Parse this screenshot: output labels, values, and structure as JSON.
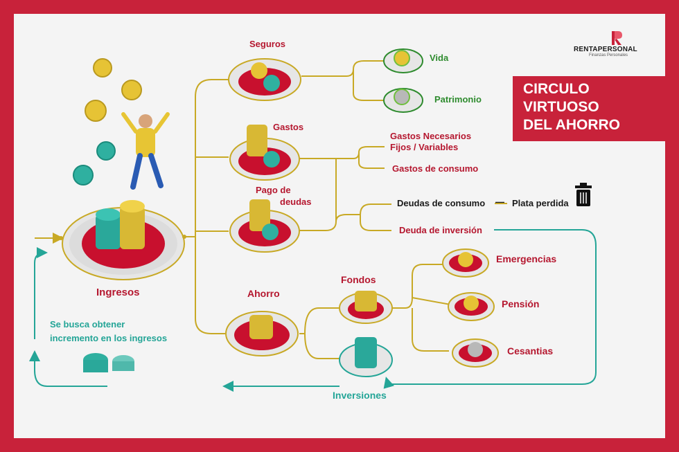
{
  "title": {
    "line1": "CIRCULO",
    "line2": "VIRTUOSO",
    "line3": "DEL AHORRO"
  },
  "brand": {
    "name": "RENTAPERSONAL",
    "tagline": "Finanzas Personales"
  },
  "colors": {
    "frame": "#c8223a",
    "background": "#f4f4f4",
    "connector": "#c8a925",
    "return_flow": "#24a597",
    "label_red": "#b5172f",
    "label_green": "#2e8b2e"
  },
  "nodes": {
    "ingresos": "Ingresos",
    "seguros": "Seguros",
    "vida": "Vida",
    "patrimonio": "Patrimonio",
    "gastos": "Gastos",
    "gastos_necesarios_1": "Gastos Necesarios",
    "gastos_necesarios_2": "Fijos / Variables",
    "gastos_consumo": "Gastos de consumo",
    "pago_deudas_1": "Pago de",
    "pago_deudas_2": "deudas",
    "deudas_consumo": "Deudas de consumo",
    "dash": "—",
    "plata_perdida": "Plata perdida",
    "deuda_inversion": "Deuda de inversión",
    "ahorro": "Ahorro",
    "fondos": "Fondos",
    "emergencias": "Emergencias",
    "pension": "Pensión",
    "cesantias": "Cesantias",
    "inversiones": "Inversiones",
    "objetivo_1": "Se busca obtener",
    "objetivo_2": "incremento en los ingresos"
  },
  "icons": [
    "trash-icon",
    "coin-icon",
    "person-icon",
    "brand-logo-icon"
  ]
}
